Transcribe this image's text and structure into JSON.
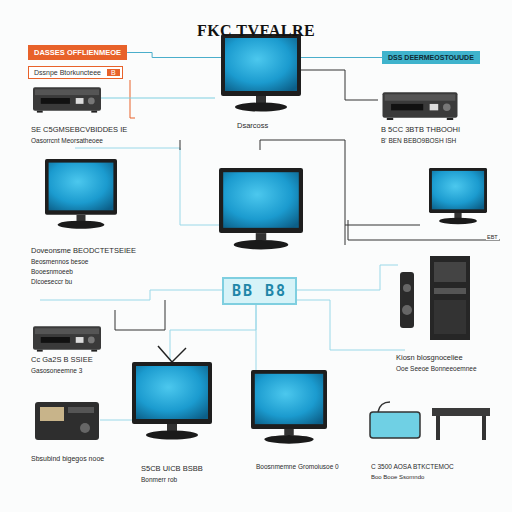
{
  "diagram": {
    "title": "FKC TVFALRE",
    "nodes": [
      {
        "text": [
          "DASSES OFFLIENMEOE"
        ]
      },
      {
        "text": [
          "Dssnpe Btorkuncteee",
          "B"
        ]
      },
      {
        "text": [
          "DSS DEERMEOSTOUUDE"
        ]
      },
      {
        "text": [
          "BB B8"
        ]
      }
    ],
    "edges": [
      {
        "from": 0,
        "to": 2,
        "arrow": "none"
      }
    ],
    "labels": [
      "Dsarcoss",
      "SE C5GMSEBCVBIDDES IE",
      "Oasorrcnt Meorsatheoee",
      "B 5CC 3BTB THBOOHI",
      "B' BEN BEBO9BOSH ISH",
      "Doveonsme BEODCTETSEIEE",
      "Beosmennos besoe",
      "Booesnmoeeb",
      "Dlcoeseccr bu",
      "EBT",
      "Cc Ga2S B SSIEE",
      "Gasosoneemne 3",
      "Kiosn blosgnoceliee",
      "Ooe Seeoe Bonneeoemnee",
      "S5CB UICB BSBB",
      "Bonmerr rob",
      "Boosnmemne Gromoiusoe 0",
      "Sbsubind bigegos nooe",
      "C 3500 AOSA BTKCTEMOC",
      "Boo Booe Ssomndo"
    ]
  }
}
